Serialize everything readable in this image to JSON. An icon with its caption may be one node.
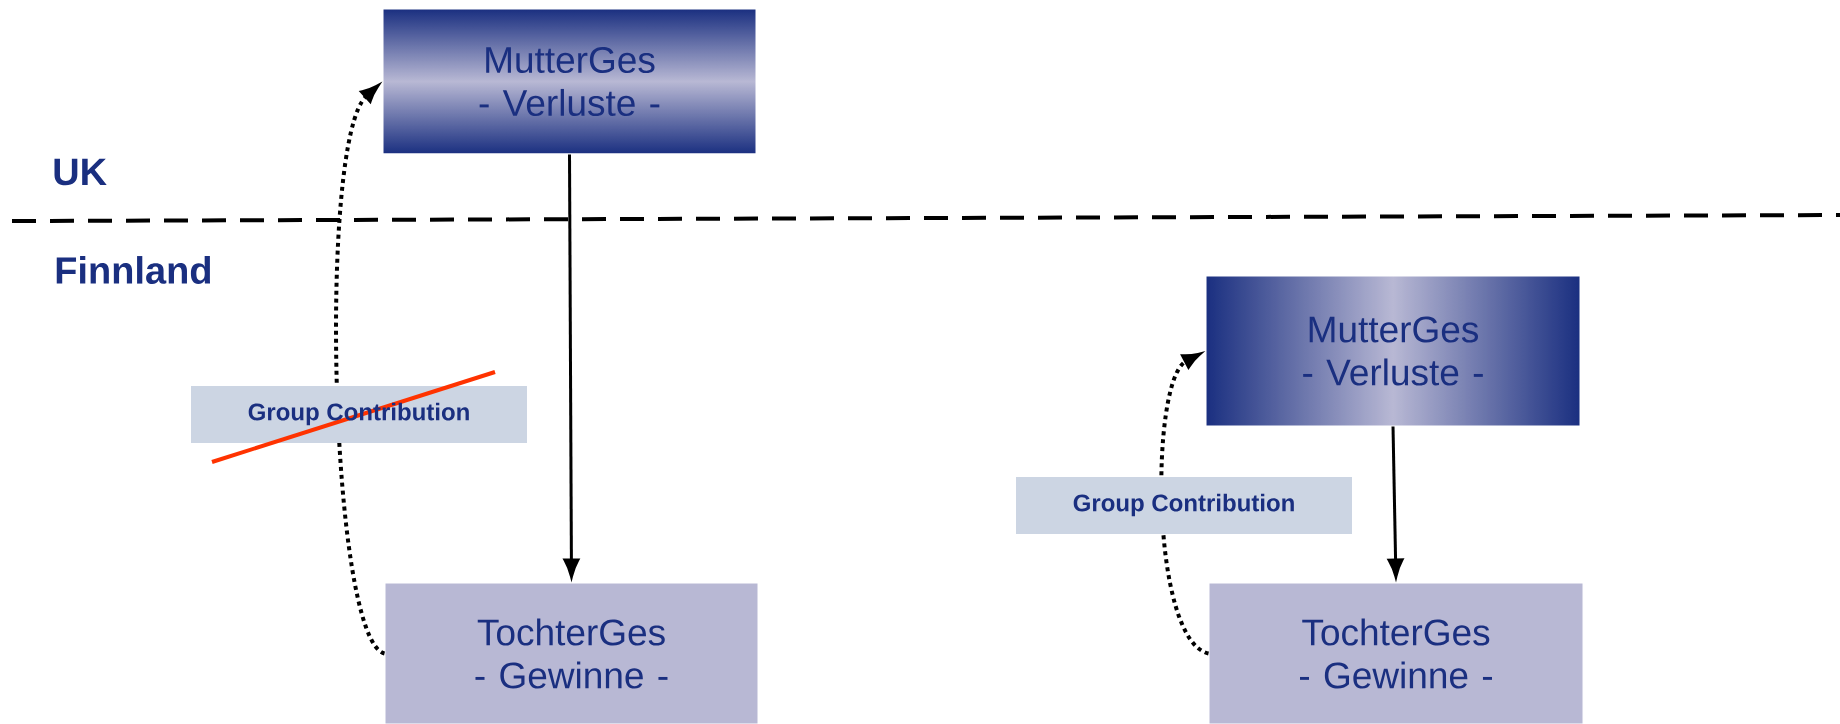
{
  "diagram": {
    "nodes": [
      {
        "text": [
          "MutterGes - Verluste -"
        ]
      },
      {
        "text": [
          "TochterGes - Gewinne -"
        ]
      },
      {
        "text": [
          "MutterGes - Verluste -"
        ]
      },
      {
        "text": [
          "TochterGes - Gewinne -"
        ]
      }
    ],
    "edges": [
      {
        "from": 0,
        "to": 1,
        "arrow": "to"
      },
      {
        "from": 1,
        "to": 0,
        "arrow": "to",
        "style": "dashed",
        "label": "Group Contribution"
      },
      {
        "from": 2,
        "to": 3,
        "arrow": "to"
      },
      {
        "from": 3,
        "to": 2,
        "arrow": "to",
        "style": "dashed",
        "label": "Group Contribution"
      }
    ],
    "labels": [
      "UK",
      "Finnland"
    ]
  }
}
